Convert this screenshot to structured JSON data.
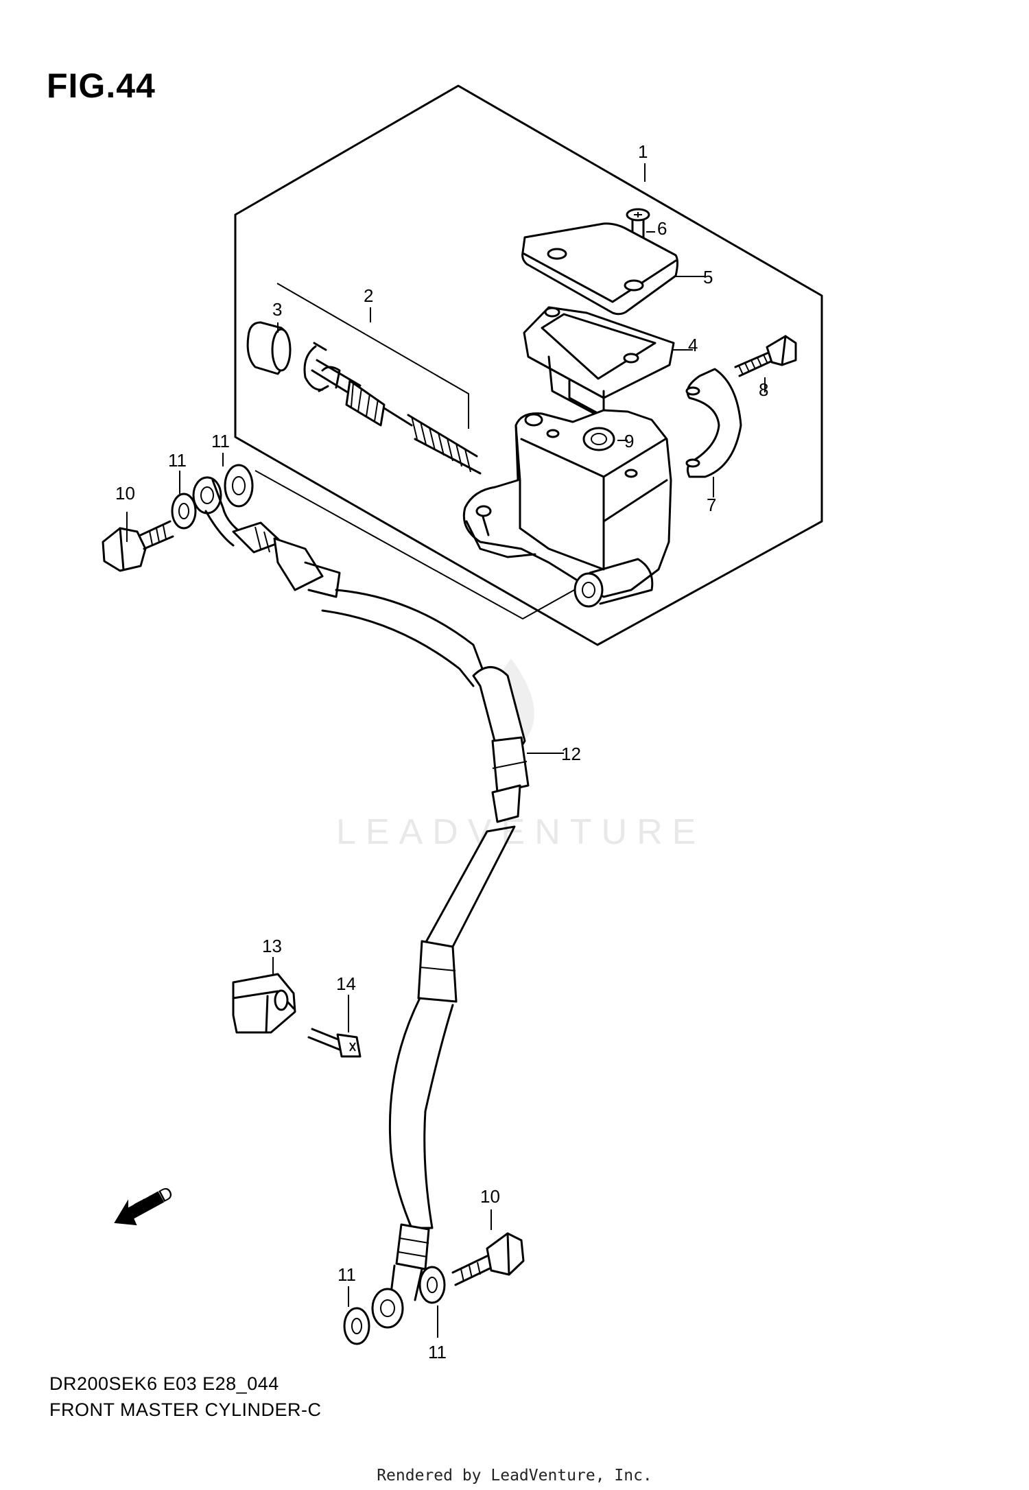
{
  "figure": {
    "title": "FIG.44",
    "model_code": "DR200SEK6 E03 E28_044",
    "assembly_name": "FRONT MASTER CYLINDER-C",
    "render_credit": "Rendered by LeadVenture, Inc."
  },
  "watermark": {
    "text": "LEADVENTURE"
  },
  "fwd_label": "FWD",
  "callouts": [
    {
      "id": "c1",
      "label": "1"
    },
    {
      "id": "c2",
      "label": "2"
    },
    {
      "id": "c3",
      "label": "3"
    },
    {
      "id": "c4",
      "label": "4"
    },
    {
      "id": "c5",
      "label": "5"
    },
    {
      "id": "c6",
      "label": "6"
    },
    {
      "id": "c7",
      "label": "7"
    },
    {
      "id": "c8",
      "label": "8"
    },
    {
      "id": "c9",
      "label": "9"
    },
    {
      "id": "c10a",
      "label": "10"
    },
    {
      "id": "c11a",
      "label": "11"
    },
    {
      "id": "c11b",
      "label": "11"
    },
    {
      "id": "c12",
      "label": "12"
    },
    {
      "id": "c13",
      "label": "13"
    },
    {
      "id": "c14",
      "label": "14"
    },
    {
      "id": "c10b",
      "label": "10"
    },
    {
      "id": "c11c",
      "label": "11"
    },
    {
      "id": "c11d",
      "label": "11"
    }
  ]
}
